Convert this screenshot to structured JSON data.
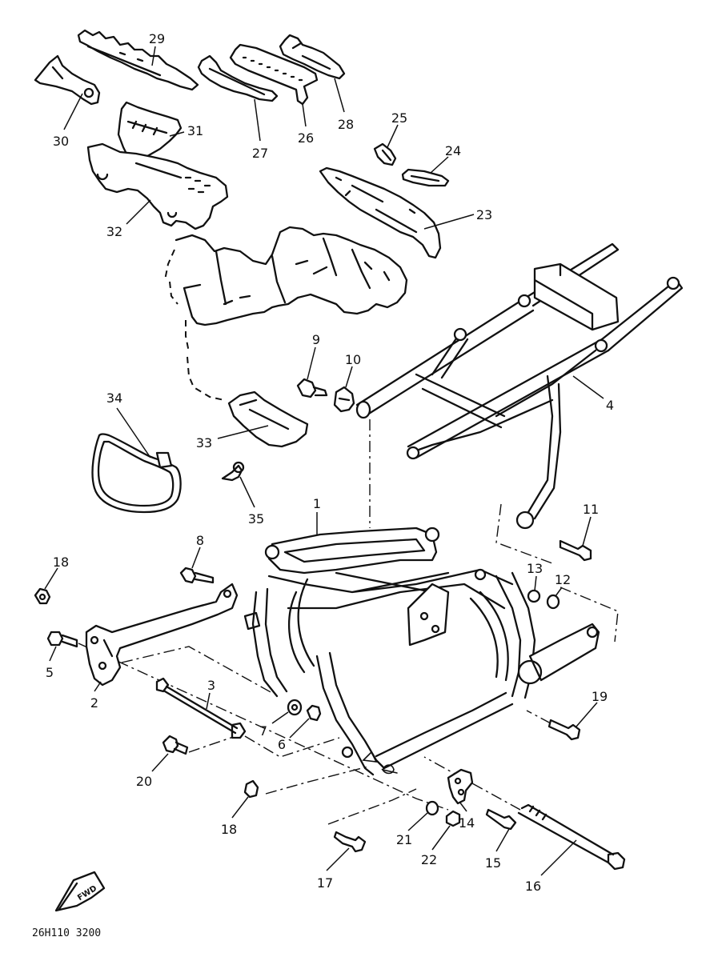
{
  "diagram": {
    "callouts": [
      "29",
      "30",
      "31",
      "32",
      "27",
      "26",
      "28",
      "25",
      "24",
      "23",
      "9",
      "10",
      "4",
      "34",
      "33",
      "35",
      "1",
      "11",
      "8",
      "18",
      "13",
      "12",
      "5",
      "2",
      "3",
      "19",
      "7",
      "6",
      "20",
      "18",
      "21",
      "22",
      "14",
      "15",
      "16",
      "17"
    ],
    "fwd_label": "FWD",
    "figure_code": "26H110 3200"
  },
  "colors": {
    "ink": "#111111",
    "paper": "#ffffff"
  }
}
